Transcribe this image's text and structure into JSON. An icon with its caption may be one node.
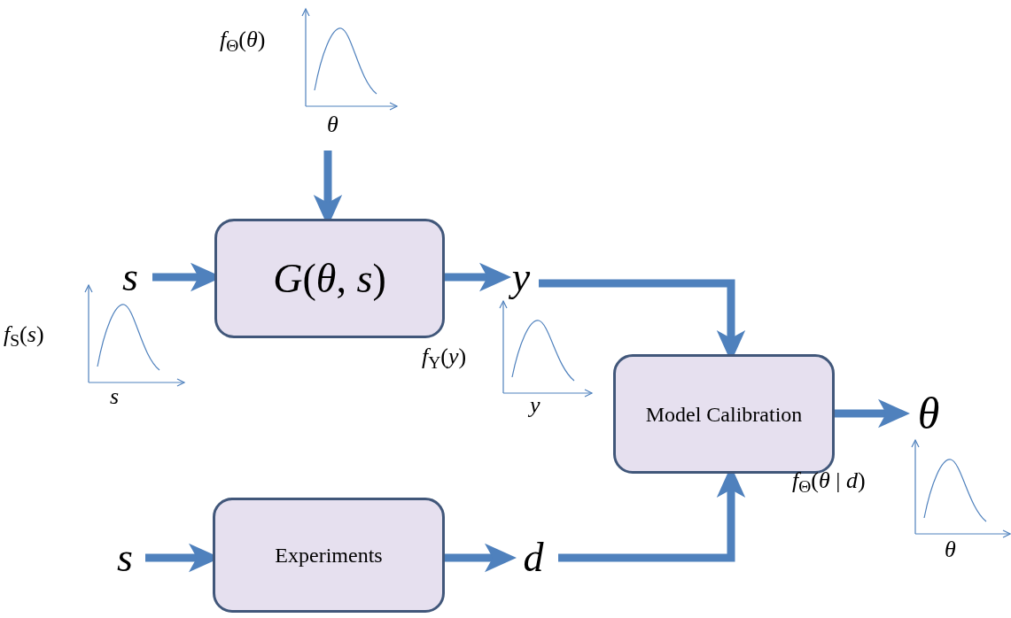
{
  "diagram": {
    "nodes": [
      {
        "text": [
          "*f*$_{Θ}$(*θ*)",
          "*θ*"
        ]
      },
      {
        "text": [
          "*s*"
        ]
      },
      {
        "text": [
          "*G*(*θ*, *s*)"
        ]
      },
      {
        "text": [
          "*y*"
        ]
      },
      {
        "text": [
          "Model Calibration"
        ]
      },
      {
        "text": [
          "*θ*"
        ]
      },
      {
        "text": [
          "*s*"
        ]
      },
      {
        "text": [
          "Experiments"
        ]
      },
      {
        "text": [
          "*d*"
        ]
      }
    ],
    "edges": [
      {
        "from": 0,
        "to": 2,
        "arrow": "to"
      },
      {
        "from": 1,
        "to": 2,
        "arrow": "to"
      },
      {
        "from": 2,
        "to": 3,
        "arrow": "to"
      },
      {
        "from": 3,
        "to": 4,
        "arrow": "to"
      },
      {
        "from": 4,
        "to": 5,
        "arrow": "to"
      },
      {
        "from": 6,
        "to": 7,
        "arrow": "to"
      },
      {
        "from": 7,
        "to": 8,
        "arrow": "to"
      },
      {
        "from": 8,
        "to": 4,
        "arrow": "to"
      }
    ],
    "labels": [
      "*f*$_{S}$(*s*)",
      "*s*",
      "*f*$_{Y}$(*y*)",
      "*y*",
      "*f*$_{Θ}$(*θ* | *d*)",
      "*θ*"
    ]
  }
}
